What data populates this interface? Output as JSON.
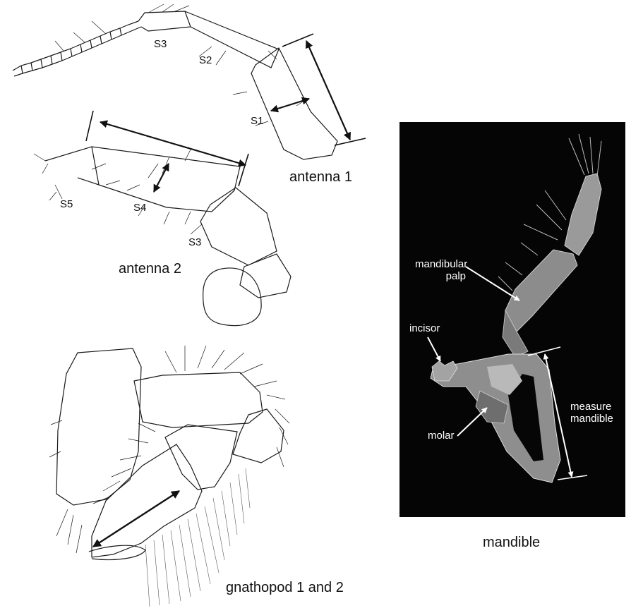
{
  "colors": {
    "ink": "#1a1a1a",
    "photo_background": "#050505",
    "photo_specimen": "#9a9a9a",
    "photo_label": "#ffffff"
  },
  "panels": {
    "antenna1": {
      "caption": "antenna 1",
      "segments": [
        "S1",
        "S2",
        "S3"
      ]
    },
    "antenna2": {
      "caption": "antenna 2",
      "segments": [
        "S3",
        "S4",
        "S5"
      ]
    },
    "gnathopod": {
      "caption": "gnathopod 1 and 2"
    },
    "mandible": {
      "caption": "mandible",
      "labels": {
        "palp_line1": "mandibular",
        "palp_line2": "palp",
        "incisor": "incisor",
        "molar": "molar",
        "measure_line1": "measure",
        "measure_line2": "mandible"
      }
    }
  }
}
